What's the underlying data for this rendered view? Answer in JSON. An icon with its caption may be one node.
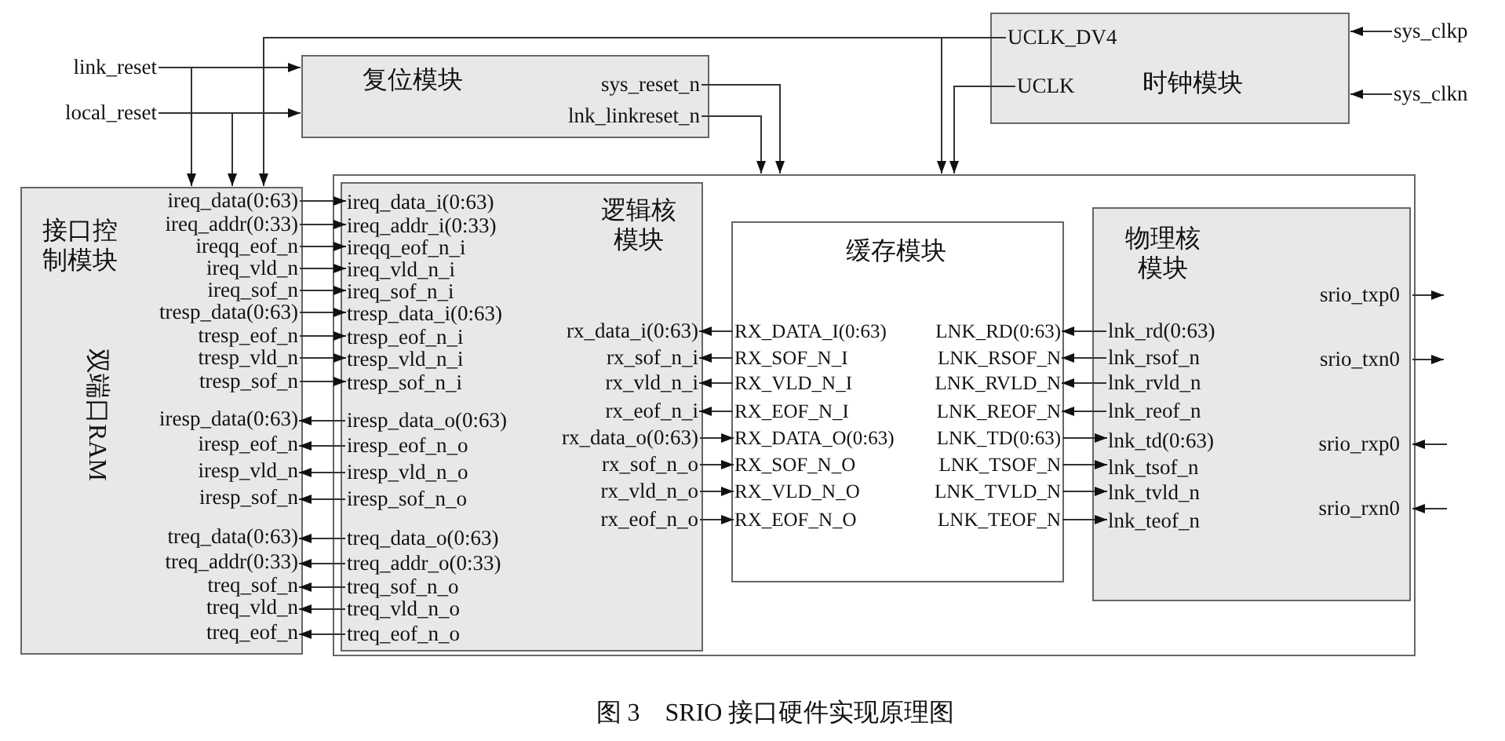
{
  "diagram": {
    "caption": "图 3　SRIO 接口硬件实现原理图",
    "nodes": [
      {
        "text": [
          "link_reset"
        ]
      },
      {
        "text": [
          "local_reset"
        ]
      },
      {
        "text": [
          "复位模块"
        ]
      },
      {
        "text": [
          "sys_reset_n"
        ],
        "in": 2
      },
      {
        "text": [
          "lnk_linkreset_n"
        ],
        "in": 2
      },
      {
        "text": [
          "时钟模块"
        ]
      },
      {
        "text": [
          "UCLK_DV4"
        ],
        "in": 5
      },
      {
        "text": [
          "UCLK"
        ],
        "in": 5
      },
      {
        "text": [
          "sys_clkp"
        ]
      },
      {
        "text": [
          "sys_clkn"
        ]
      },
      {
        "text": [],
        "shape": "box"
      },
      {
        "text": [
          "接口控制模块",
          "双端口RAM"
        ]
      },
      {
        "text": [
          "ireq_data(0:63)"
        ],
        "in": 11
      },
      {
        "text": [
          "ireq_addr(0:33)"
        ],
        "in": 11
      },
      {
        "text": [
          "ireqq_eof_n"
        ],
        "in": 11
      },
      {
        "text": [
          "ireq_vld_n"
        ],
        "in": 11
      },
      {
        "text": [
          "ireq_sof_n"
        ],
        "in": 11
      },
      {
        "text": [
          "tresp_data(0:63)"
        ],
        "in": 11
      },
      {
        "text": [
          "tresp_eof_n"
        ],
        "in": 11
      },
      {
        "text": [
          "tresp_vld_n"
        ],
        "in": 11
      },
      {
        "text": [
          "tresp_sof_n"
        ],
        "in": 11
      },
      {
        "text": [
          "iresp_data(0:63)"
        ],
        "in": 11
      },
      {
        "text": [
          "iresp_eof_n"
        ],
        "in": 11
      },
      {
        "text": [
          "iresp_vld_n"
        ],
        "in": 11
      },
      {
        "text": [
          "iresp_sof_n"
        ],
        "in": 11
      },
      {
        "text": [
          "treq_data(0:63)"
        ],
        "in": 11
      },
      {
        "text": [
          "treq_addr(0:33)"
        ],
        "in": 11
      },
      {
        "text": [
          "treq_sof_n"
        ],
        "in": 11
      },
      {
        "text": [
          "treq_vld_n"
        ],
        "in": 11
      },
      {
        "text": [
          "treq_eof_n"
        ],
        "in": 11
      },
      {
        "text": [
          "逻辑核模块"
        ],
        "in": 10
      },
      {
        "text": [
          "ireq_data_i(0:63)"
        ],
        "in": 30
      },
      {
        "text": [
          "ireq_addr_i(0:33)"
        ],
        "in": 30
      },
      {
        "text": [
          "ireqq_eof_n_i"
        ],
        "in": 30
      },
      {
        "text": [
          "ireq_vld_n_i"
        ],
        "in": 30
      },
      {
        "text": [
          "ireq_sof_n_i"
        ],
        "in": 30
      },
      {
        "text": [
          "tresp_data_i(0:63)"
        ],
        "in": 30
      },
      {
        "text": [
          "tresp_eof_n_i"
        ],
        "in": 30
      },
      {
        "text": [
          "tresp_vld_n_i"
        ],
        "in": 30
      },
      {
        "text": [
          "tresp_sof_n_i"
        ],
        "in": 30
      },
      {
        "text": [
          "iresp_data_o(0:63)"
        ],
        "in": 30
      },
      {
        "text": [
          "iresp_eof_n_o"
        ],
        "in": 30
      },
      {
        "text": [
          "iresp_vld_n_o"
        ],
        "in": 30
      },
      {
        "text": [
          "iresp_sof_n_o"
        ],
        "in": 30
      },
      {
        "text": [
          "treq_data_o(0:63)"
        ],
        "in": 30
      },
      {
        "text": [
          "treq_addr_o(0:33)"
        ],
        "in": 30
      },
      {
        "text": [
          "treq_sof_n_o"
        ],
        "in": 30
      },
      {
        "text": [
          "treq_vld_n_o"
        ],
        "in": 30
      },
      {
        "text": [
          "treq_eof_n_o"
        ],
        "in": 30
      },
      {
        "text": [
          "rx_data_i(0:63)"
        ],
        "in": 30
      },
      {
        "text": [
          "rx_sof_n_i"
        ],
        "in": 30
      },
      {
        "text": [
          "rx_vld_n_i"
        ],
        "in": 30
      },
      {
        "text": [
          "rx_eof_n_i"
        ],
        "in": 30
      },
      {
        "text": [
          "rx_data_o(0:63)"
        ],
        "in": 30
      },
      {
        "text": [
          "rx_sof_n_o"
        ],
        "in": 30
      },
      {
        "text": [
          "rx_vld_n_o"
        ],
        "in": 30
      },
      {
        "text": [
          "rx_eof_n_o"
        ],
        "in": 30
      },
      {
        "text": [
          "缓存模块"
        ],
        "in": 10
      },
      {
        "text": [
          "RX_DATA_I(0:63)"
        ],
        "in": 57
      },
      {
        "text": [
          "RX_SOF_N_I"
        ],
        "in": 57
      },
      {
        "text": [
          "RX_VLD_N_I"
        ],
        "in": 57
      },
      {
        "text": [
          "RX_EOF_N_I"
        ],
        "in": 57
      },
      {
        "text": [
          "RX_DATA_O(0:63)"
        ],
        "in": 57
      },
      {
        "text": [
          "RX_SOF_N_O"
        ],
        "in": 57
      },
      {
        "text": [
          "RX_VLD_N_O"
        ],
        "in": 57
      },
      {
        "text": [
          "RX_EOF_N_O"
        ],
        "in": 57
      },
      {
        "text": [
          "LNK_RD(0:63)"
        ],
        "in": 57
      },
      {
        "text": [
          "LNK_RSOF_N"
        ],
        "in": 57
      },
      {
        "text": [
          "LNK_RVLD_N"
        ],
        "in": 57
      },
      {
        "text": [
          "LNK_REOF_N"
        ],
        "in": 57
      },
      {
        "text": [
          "LNK_TD(0:63)"
        ],
        "in": 57
      },
      {
        "text": [
          "LNK_TSOF_N"
        ],
        "in": 57
      },
      {
        "text": [
          "LNK_TVLD_N"
        ],
        "in": 57
      },
      {
        "text": [
          "LNK_TEOF_N"
        ],
        "in": 57
      },
      {
        "text": [
          "物理核模块"
        ],
        "in": 10
      },
      {
        "text": [
          "lnk_rd(0:63)"
        ],
        "in": 74
      },
      {
        "text": [
          "lnk_rsof_n"
        ],
        "in": 74
      },
      {
        "text": [
          "lnk_rvld_n"
        ],
        "in": 74
      },
      {
        "text": [
          "lnk_reof_n"
        ],
        "in": 74
      },
      {
        "text": [
          "lnk_td(0:63)"
        ],
        "in": 74
      },
      {
        "text": [
          "lnk_tsof_n"
        ],
        "in": 74
      },
      {
        "text": [
          "lnk_tvld_n"
        ],
        "in": 74
      },
      {
        "text": [
          "lnk_teof_n"
        ],
        "in": 74
      },
      {
        "text": [
          "srio_txp0"
        ],
        "in": 74
      },
      {
        "text": [
          "srio_txn0"
        ],
        "in": 74
      },
      {
        "text": [
          "srio_rxp0"
        ],
        "in": 74
      },
      {
        "text": [
          "srio_rxn0"
        ],
        "in": 74
      }
    ],
    "edges": [
      {
        "from": 0,
        "to": 2,
        "arrow": "to"
      },
      {
        "from": 0,
        "to": 11,
        "arrow": "to"
      },
      {
        "from": 1,
        "to": 2,
        "arrow": "to"
      },
      {
        "from": 1,
        "to": 11,
        "arrow": "to"
      },
      {
        "from": 3,
        "to": 10,
        "arrow": "to"
      },
      {
        "from": 4,
        "to": 10,
        "arrow": "to"
      },
      {
        "from": 6,
        "to": 11,
        "arrow": "to"
      },
      {
        "from": 6,
        "to": 10,
        "arrow": "to"
      },
      {
        "from": 7,
        "to": 10,
        "arrow": "to"
      },
      {
        "from": 8,
        "to": 5,
        "arrow": "to"
      },
      {
        "from": 9,
        "to": 5,
        "arrow": "to"
      },
      {
        "from": 12,
        "to": 31,
        "arrow": "to"
      },
      {
        "from": 13,
        "to": 32,
        "arrow": "to"
      },
      {
        "from": 14,
        "to": 33,
        "arrow": "to"
      },
      {
        "from": 15,
        "to": 34,
        "arrow": "to"
      },
      {
        "from": 16,
        "to": 35,
        "arrow": "to"
      },
      {
        "from": 17,
        "to": 36,
        "arrow": "to"
      },
      {
        "from": 18,
        "to": 37,
        "arrow": "to"
      },
      {
        "from": 19,
        "to": 38,
        "arrow": "to"
      },
      {
        "from": 20,
        "to": 39,
        "arrow": "to"
      },
      {
        "from": 40,
        "to": 21,
        "arrow": "to"
      },
      {
        "from": 41,
        "to": 22,
        "arrow": "to"
      },
      {
        "from": 42,
        "to": 23,
        "arrow": "to"
      },
      {
        "from": 43,
        "to": 24,
        "arrow": "to"
      },
      {
        "from": 44,
        "to": 25,
        "arrow": "to"
      },
      {
        "from": 45,
        "to": 26,
        "arrow": "to"
      },
      {
        "from": 46,
        "to": 27,
        "arrow": "to"
      },
      {
        "from": 47,
        "to": 28,
        "arrow": "to"
      },
      {
        "from": 48,
        "to": 29,
        "arrow": "to"
      },
      {
        "from": 58,
        "to": 49,
        "arrow": "to"
      },
      {
        "from": 59,
        "to": 50,
        "arrow": "to"
      },
      {
        "from": 60,
        "to": 51,
        "arrow": "to"
      },
      {
        "from": 61,
        "to": 52,
        "arrow": "to"
      },
      {
        "from": 53,
        "to": 62,
        "arrow": "to"
      },
      {
        "from": 54,
        "to": 63,
        "arrow": "to"
      },
      {
        "from": 55,
        "to": 64,
        "arrow": "to"
      },
      {
        "from": 56,
        "to": 65,
        "arrow": "to"
      },
      {
        "from": 75,
        "to": 66,
        "arrow": "to"
      },
      {
        "from": 76,
        "to": 67,
        "arrow": "to"
      },
      {
        "from": 77,
        "to": 68,
        "arrow": "to"
      },
      {
        "from": 78,
        "to": 69,
        "arrow": "to"
      },
      {
        "from": 70,
        "to": 79,
        "arrow": "to"
      },
      {
        "from": 71,
        "to": 80,
        "arrow": "to"
      },
      {
        "from": 72,
        "to": 81,
        "arrow": "to"
      },
      {
        "from": 73,
        "to": 82,
        "arrow": "to"
      },
      {
        "from": 83,
        "to": null,
        "arrow": "to"
      },
      {
        "from": 84,
        "to": null,
        "arrow": "to"
      },
      {
        "from": null,
        "to": 85,
        "arrow": "to"
      },
      {
        "from": null,
        "to": 86,
        "arrow": "to"
      }
    ]
  }
}
